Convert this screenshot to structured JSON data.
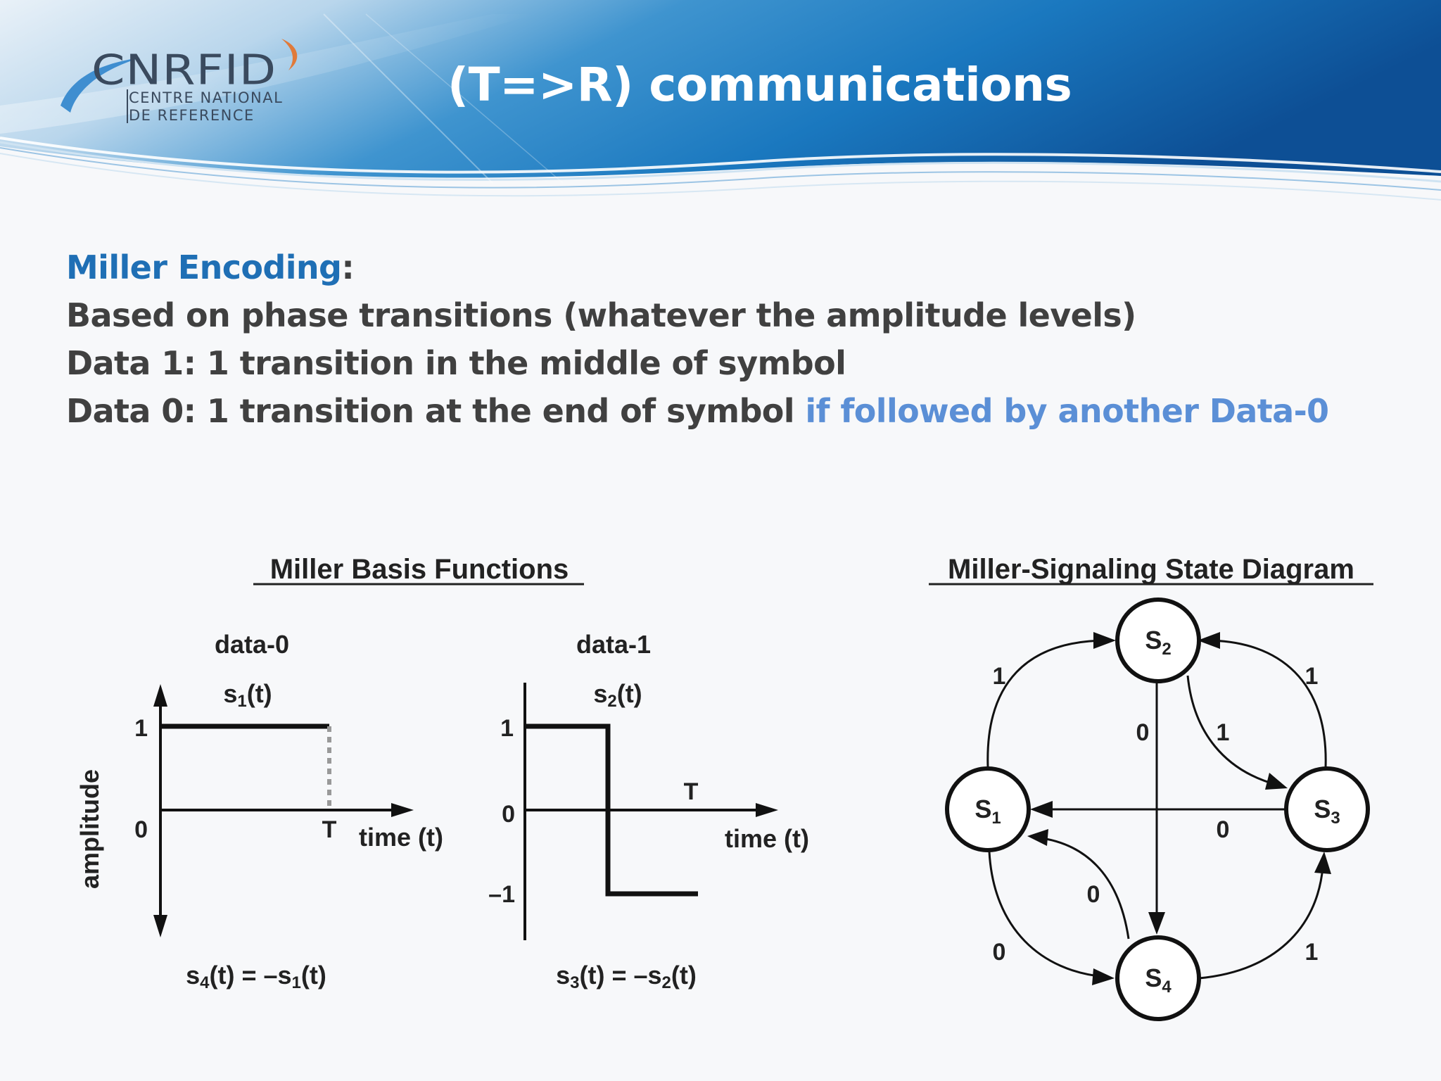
{
  "slide": {
    "title": "(T=>R) communications",
    "logo": {
      "name": "CNRFID",
      "line1": "CENTRE NATIONAL",
      "line2": "DE REFERENCE"
    }
  },
  "text": {
    "heading": "Miller Encoding",
    "heading_colon": ":",
    "line1": "Based on phase transitions (whatever the amplitude levels)",
    "line2": "Data 1: 1 transition in the middle of symbol",
    "line3_main": "Data 0: 1 transition at the end of symbol",
    "line3_highlight": "if followed by another Data-0"
  },
  "basis": {
    "title": "Miller Basis Functions",
    "amplitude_label": "amplitude",
    "data0": {
      "label": "data-0",
      "func": "s",
      "sub": "1",
      "arg": "(t)",
      "tick_1": "1",
      "tick_0": "0",
      "t_label": "T",
      "time_label": "time (t)",
      "footer": {
        "a": "s",
        "a_sub": "4",
        "mid": "(t) = –s",
        "b_sub": "1",
        "end": "(t)"
      }
    },
    "data1": {
      "label": "data-1",
      "func": "s",
      "sub": "2",
      "arg": "(t)",
      "tick_1": "1",
      "tick_0": "0",
      "tick_m1": "–1",
      "t_label": "T",
      "time_label": "time (t)",
      "footer": {
        "a": "s",
        "a_sub": "3",
        "mid": "(t) = –s",
        "b_sub": "2",
        "end": "(t)"
      }
    }
  },
  "state_diagram": {
    "title": "Miller-Signaling State Diagram",
    "states": [
      {
        "id": "S1",
        "base": "S",
        "sub": "1"
      },
      {
        "id": "S2",
        "base": "S",
        "sub": "2"
      },
      {
        "id": "S3",
        "base": "S",
        "sub": "3"
      },
      {
        "id": "S4",
        "base": "S",
        "sub": "4"
      }
    ],
    "transitions": [
      {
        "from": "S1",
        "to": "S2",
        "label": "1"
      },
      {
        "from": "S3",
        "to": "S2",
        "label": "1"
      },
      {
        "from": "S2",
        "to": "S3",
        "label": "1"
      },
      {
        "from": "S2",
        "to": "S4",
        "label": "0"
      },
      {
        "from": "S3",
        "to": "S1",
        "label": "0"
      },
      {
        "from": "S4",
        "to": "S1",
        "label": "0"
      },
      {
        "from": "S1",
        "to": "S4",
        "label": "0"
      },
      {
        "from": "S4",
        "to": "S3",
        "label": "1"
      }
    ]
  },
  "colors": {
    "accent_blue": "#1f6fb5",
    "highlight_blue": "#5b8fd6",
    "body_gray": "#404040"
  }
}
